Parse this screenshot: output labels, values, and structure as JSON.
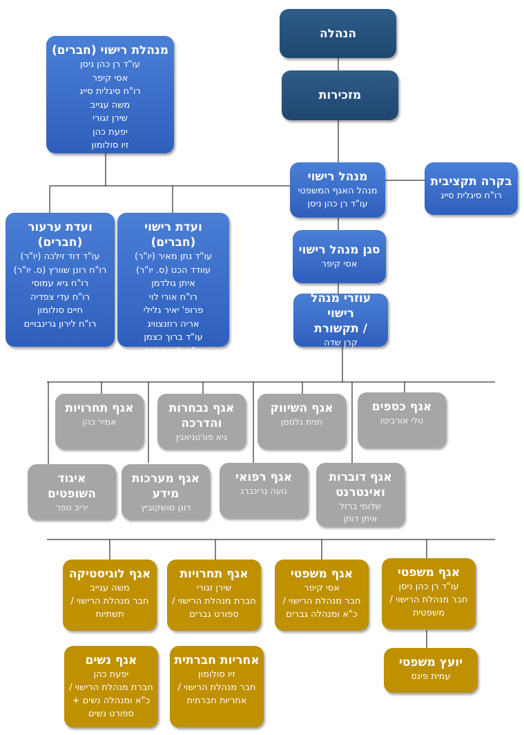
{
  "diagram": {
    "board": {
      "title": "הנהלה"
    },
    "secretariat": {
      "title": "מזכירות"
    },
    "licensing_board": {
      "title": "מנהלת רישוי (חברים)",
      "lines": [
        "עו\"ד רן כהן ניסן",
        "אסי קיפר",
        "רו\"ח סיגלית סייג",
        "משה עגייב",
        "שירן זגורי",
        "יפעת כהן",
        "זיו סולומון"
      ]
    },
    "licensing_manager": {
      "title": "מנהל רישוי",
      "lines": [
        "מנהל האגף המשפטי",
        "עו\"ד רן כהן ניסן"
      ]
    },
    "budget_control": {
      "title": "בקרה תקציבית",
      "lines": [
        "רו\"ח סיגלית סייג"
      ]
    },
    "deputy_manager": {
      "title": "סגן מנהל רישוי",
      "lines": [
        "אסי קיפר"
      ]
    },
    "assistants": {
      "title": "עוזרי מנהל רישוי\n/ תקשורת",
      "lines": [
        "קרן שדה"
      ]
    },
    "licensing_committee": {
      "title": "ועדת רישוי (חברים)",
      "lines": [
        "עו\"ד נתן מאיר (יו\"ר)",
        "עוודד הכט (ס. יו\"ר)",
        "איתן גולדמן",
        "רו\"ח אורי לוי",
        "פרופ' יאיר גלילי",
        "אריה רוזנצוויג",
        "עו\"ד ברוך כצמן",
        "רו\"ח ליאור חנס"
      ]
    },
    "appeals_committee": {
      "title": "ועדת ערעור\n(חברים)",
      "lines": [
        "עו\"ד דוד זילכה (יו\"ר)",
        "רו\"ח רונן שוורץ (ס. יו\"ר)",
        "רו\"ח גיא עמוסי",
        "רו\"ח עדי צפדיה",
        "חיים סולומון",
        "רו\"ח לירון גרינבויים"
      ]
    },
    "gray_units": [
      {
        "title": "אגף כספים",
        "lines": [
          "טלי אורביטו"
        ]
      },
      {
        "title": "אגף השיווק",
        "lines": [
          "חנית גלסמן"
        ]
      },
      {
        "title": "אגף נבחרות\nוהדרכה",
        "lines": [
          "גיא פורטניאגין"
        ]
      },
      {
        "title": "אגף תחרויות",
        "lines": [
          "אמיר כהן"
        ]
      },
      {
        "title": "אגף דוברות\nואינטרנט",
        "lines": [
          "שלומי ברזל",
          "איתן דותן"
        ]
      },
      {
        "title": "אגף רפואי",
        "lines": [
          "נועה גרינברג"
        ]
      },
      {
        "title": "אגף מערכות\nמידע",
        "lines": [
          "רונן מושקוביץ"
        ]
      },
      {
        "title": "איגוד השופטים",
        "lines": [
          "יריב טפר"
        ]
      }
    ],
    "gold_units": [
      {
        "title": "אגף משפטי",
        "lines": [
          "עו\"ד רן כהן ניסן",
          "חבר מנהלת הרישוי /",
          "משפטית"
        ]
      },
      {
        "title": "אגף משפטי",
        "lines": [
          "אסי קיפר",
          "חבר מנהלת הרישוי /",
          "כ\"א ומנהלה גברים"
        ]
      },
      {
        "title": "אגף תחרויות",
        "lines": [
          "שירן זגורי",
          "חברת מנהלת הרישוי /",
          "ספורט גברים"
        ]
      },
      {
        "title": "אגף לוגיסטיקה",
        "lines": [
          "משה עגייב",
          "חבר מנהלת הרישוי /",
          "תשתיות"
        ]
      },
      {
        "title": "יועץ משפטי",
        "lines": [
          "עמית פינס"
        ]
      },
      {
        "title": "אחריות חברתית",
        "lines": [
          "זיו סולומון",
          "חבר מנהלת הרישוי /",
          "אחריות חברתית"
        ]
      },
      {
        "title": "אגף נשים",
        "lines": [
          "יפעת כהן",
          "חברת מנהלת הרישוי /",
          "כ\"א ומנהלה נשים +",
          "ספורט נשים"
        ]
      }
    ],
    "colors": {
      "navy": "#1e4670",
      "blue": "#3a6cc8",
      "gray": "#a6a6a6",
      "gold": "#bf9000",
      "line": "#000000"
    }
  }
}
